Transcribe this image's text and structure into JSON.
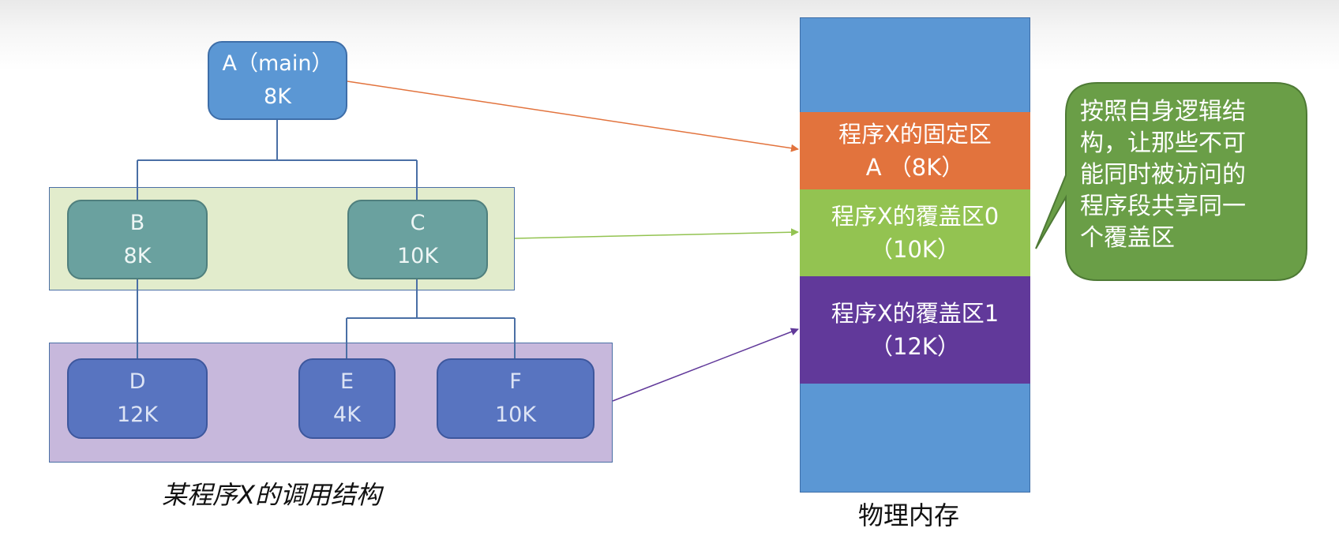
{
  "colors": {
    "fixed_region": "#e2733d",
    "overlay0_region": "#93c351",
    "overlay1_region": "#61399a",
    "memory": "#5b97d4",
    "note_bubble": "#6a9e47",
    "arrow_to_fixed": "#e2733d",
    "arrow_to_overlay0": "#93c351",
    "arrow_to_overlay1": "#61399a"
  },
  "call_tree": {
    "caption": "某程序X的调用结构",
    "nodes": {
      "a": {
        "line1": "A（main）",
        "line2": "8K"
      },
      "b": {
        "line1": "B",
        "line2": "8K"
      },
      "c": {
        "line1": "C",
        "line2": "10K"
      },
      "d": {
        "line1": "D",
        "line2": "12K"
      },
      "e": {
        "line1": "E",
        "line2": "4K"
      },
      "f": {
        "line1": "F",
        "line2": "10K"
      }
    }
  },
  "memory": {
    "caption": "物理内存",
    "blocks": {
      "fixed": {
        "line1": "程序X的固定区",
        "line2": "A （8K）"
      },
      "overlay0": {
        "line1": "程序X的覆盖区0",
        "line2": "（10K）"
      },
      "overlay1": {
        "line1": "程序X的覆盖区1",
        "line2": "（12K）"
      }
    }
  },
  "note": {
    "lines": [
      "按照自身逻辑结",
      "构，让那些不可",
      "能同时被访问的",
      "程序段共享同一",
      "个覆盖区"
    ]
  }
}
